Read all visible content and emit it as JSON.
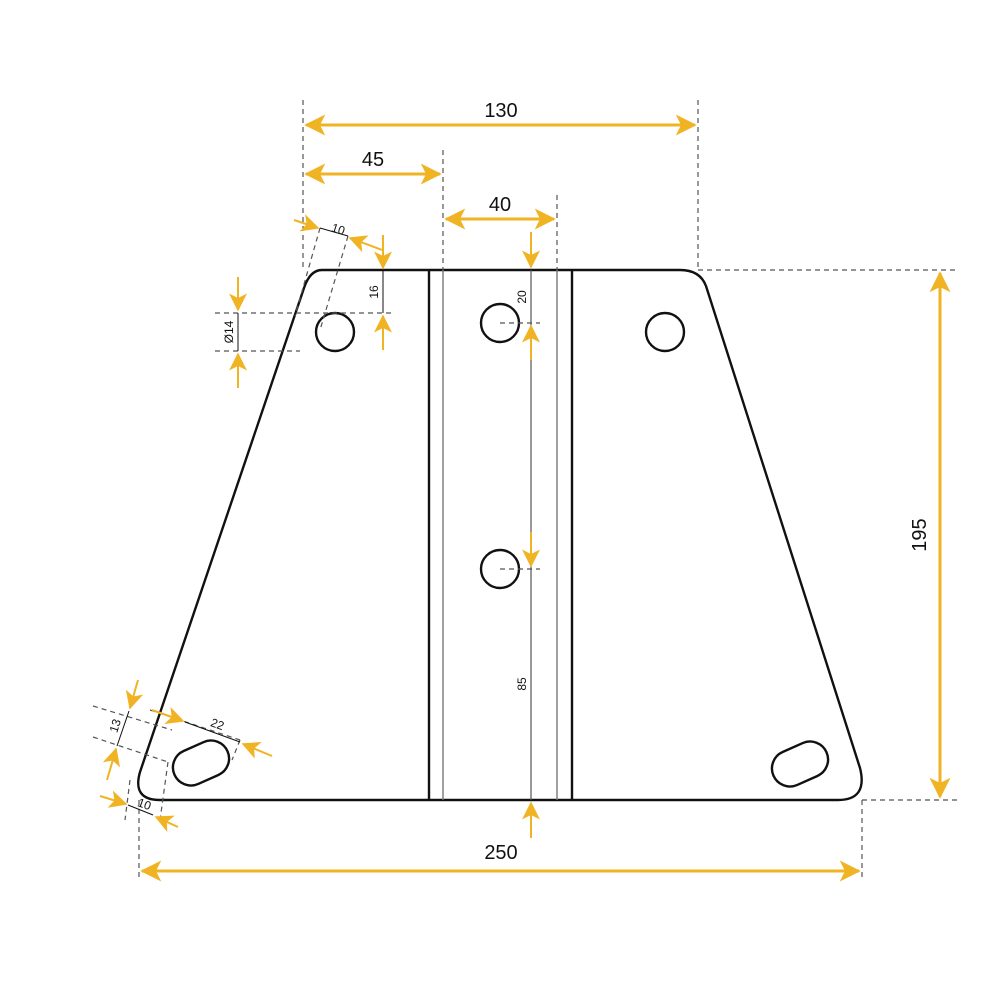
{
  "drawing": {
    "type": "mounting plate technical drawing",
    "accent_color": "#f0b323",
    "outline_color": "#111111",
    "dimensions": {
      "overall_top_width": "130",
      "left_edge_to_channel": "45",
      "channel_width": "40",
      "overall_bottom_width": "250",
      "overall_height": "195",
      "top_hole_offset_from_top": "16",
      "channel_hole_offset_from_top": "20",
      "channel_hole_offset_from_bottom": "85",
      "round_hole_diameter": "Ø14",
      "top_corner_inset": "10",
      "slot_length": "22",
      "slot_width": "13",
      "bottom_corner_inset": "10"
    }
  }
}
